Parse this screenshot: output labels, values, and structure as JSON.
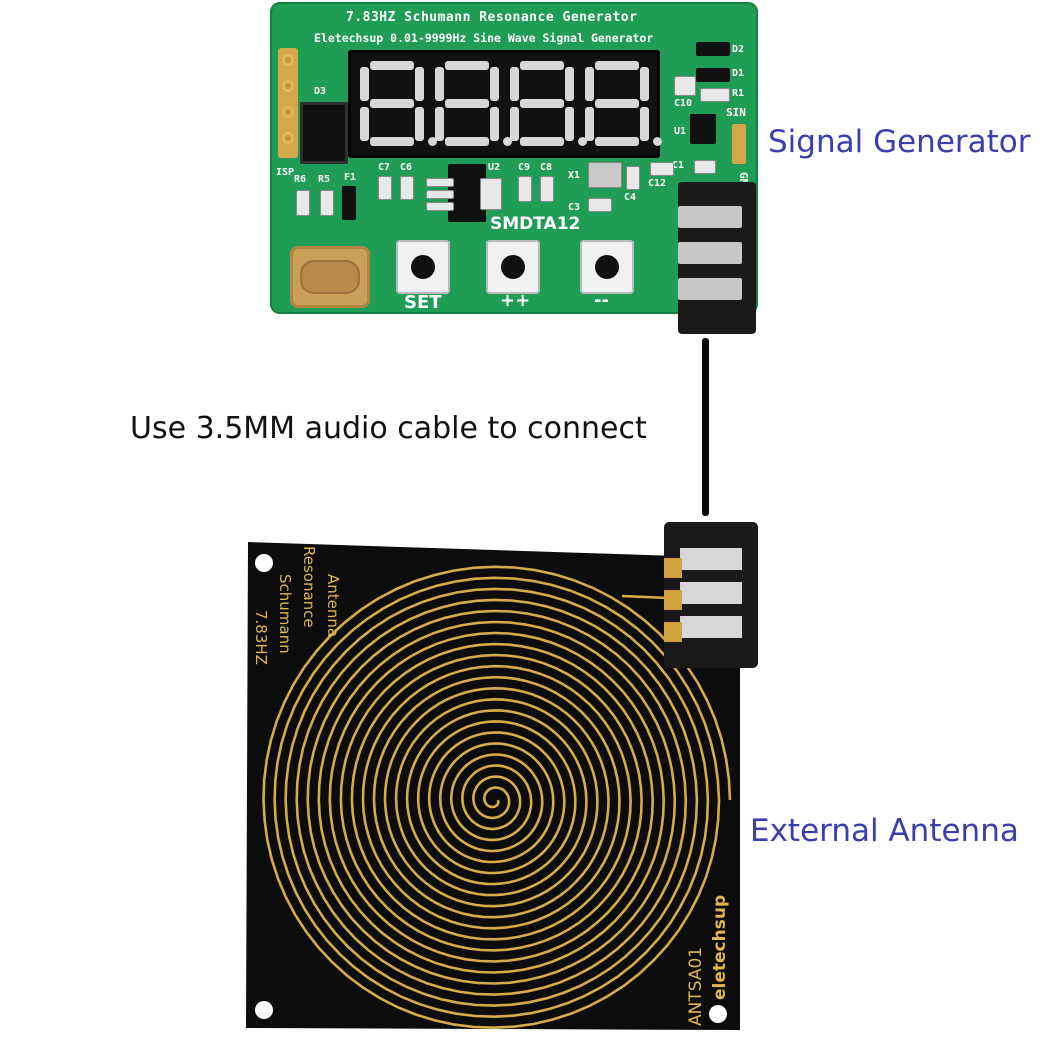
{
  "signal_generator_board": {
    "title_silkscreen": "7.83HZ Schumann Resonance Generator",
    "subtitle_silkscreen": "Eletechsup 0.01-9999Hz Sine Wave Signal Generator",
    "model": "SMDTA12",
    "buttons": [
      {
        "label": "SET"
      },
      {
        "label": "++"
      },
      {
        "label": "--"
      }
    ],
    "component_labels": {
      "isp": "ISP",
      "d3": "D3",
      "r6": "R6",
      "r5": "R5",
      "f1": "F1",
      "c7": "C7",
      "c6": "C6",
      "u2": "U2",
      "c9": "C9",
      "c8": "C8",
      "x1": "X1",
      "c3": "C3",
      "c4": "C4",
      "c12": "C12",
      "c11": "C1",
      "u1": "U1",
      "c10": "C10",
      "r1": "R1",
      "d2": "D2",
      "d1": "D1",
      "sin": "SIN",
      "gnd": "GND"
    }
  },
  "antenna_board": {
    "label_line1": "7.83HZ",
    "label_line2": "Schumann",
    "label_line3": "Resonance",
    "label_line4": "Antenna",
    "model": "ANTSA01",
    "brand": "eletechsup"
  },
  "annotations": {
    "signal_generator": "Signal Generator",
    "external_antenna": "External Antenna",
    "cable_instruction": "Use 3.5MM audio cable to connect"
  },
  "colors": {
    "generator_pcb": "#1f9c55",
    "antenna_pcb": "#0c0c0c",
    "copper_trace": "#d8ab4a",
    "annotation_text": "#3a3fb0"
  }
}
